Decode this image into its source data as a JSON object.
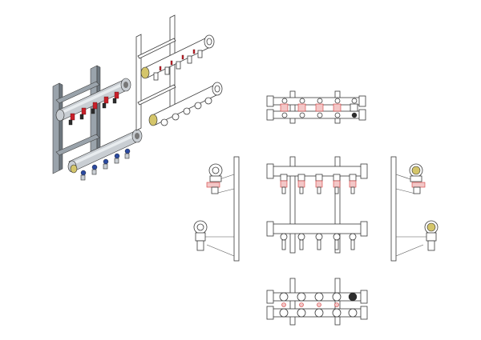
{
  "views": [
    {
      "id": "iso-shaded",
      "kind": "isometric",
      "style": "shaded"
    },
    {
      "id": "iso-line",
      "kind": "isometric",
      "style": "line"
    },
    {
      "id": "top-view",
      "kind": "orthographic",
      "outlets": 5
    },
    {
      "id": "front-view",
      "kind": "orthographic",
      "outlets": 5
    },
    {
      "id": "side-left",
      "kind": "orthographic"
    },
    {
      "id": "side-right",
      "kind": "orthographic"
    },
    {
      "id": "bottom-view",
      "kind": "orthographic",
      "outlets": 5
    }
  ],
  "colors": {
    "background": "#ffffff",
    "outline": "#3a3a3a",
    "rail": "#9aa3ab",
    "pipe": "#c9ced3",
    "brass": "#d4c56a",
    "valve_red": "#c8202a",
    "valve_blue": "#2b4aa0",
    "highlight": "#d43a3a"
  }
}
